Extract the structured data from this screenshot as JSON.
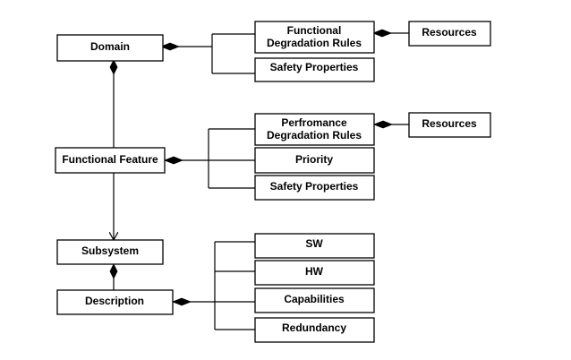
{
  "diagram": {
    "nodes": {
      "domain": "Domain",
      "functional_degradation_rules": [
        "Functional",
        "Degradation Rules"
      ],
      "resources_1": "Resources",
      "safety_properties_1": "Safety Properties",
      "functional_feature": "Functional Feature",
      "performance_degradation_rules": [
        "Perfromance",
        "Degradation Rules"
      ],
      "resources_2": "Resources",
      "priority": "Priority",
      "safety_properties_2": "Safety Properties",
      "subsystem": "Subsystem",
      "description": "Description",
      "sw": "SW",
      "hw": "HW",
      "capabilities": "Capabilities",
      "redundancy": "Redundancy"
    }
  }
}
